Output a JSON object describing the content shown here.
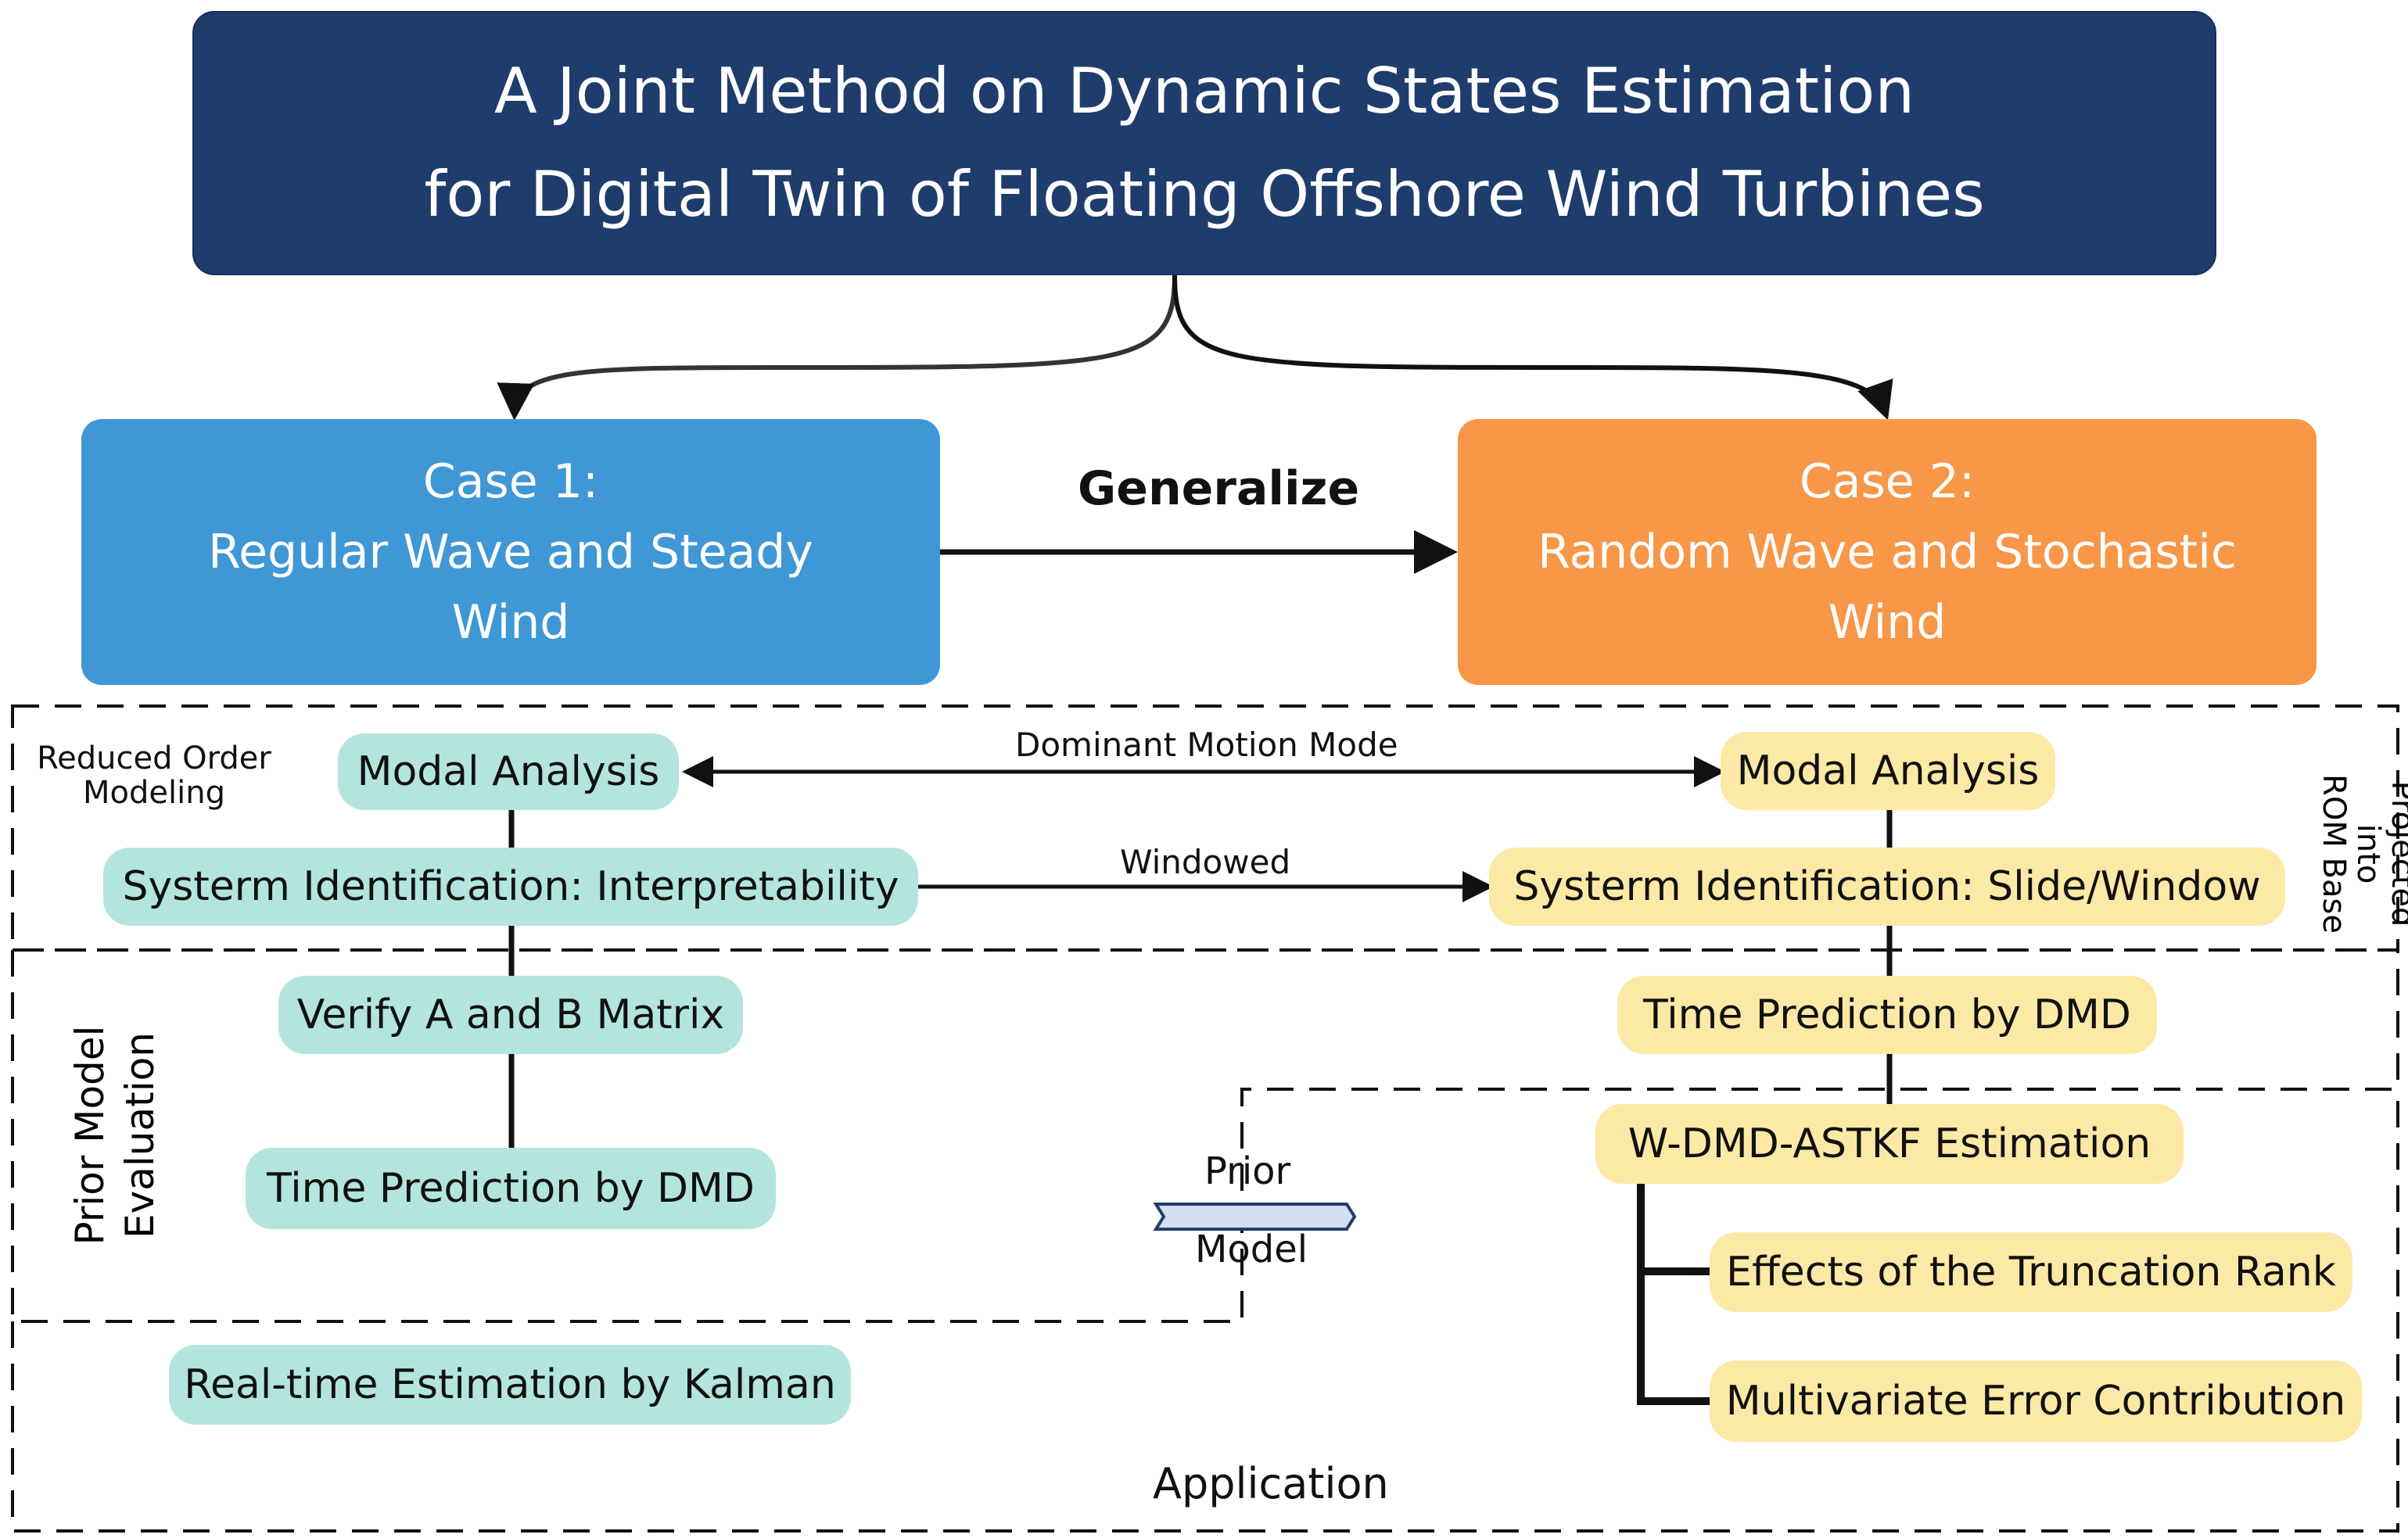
{
  "title": {
    "line1": "A Joint Method on Dynamic States Estimation",
    "line2": "for Digital Twin of Floating Offshore Wind Turbines"
  },
  "case1": {
    "line1": "Case 1:",
    "line2": "Regular Wave and Steady",
    "line3": "Wind"
  },
  "case2": {
    "line1": "Case 2:",
    "line2": "Random Wave and Stochastic",
    "line3": "Wind"
  },
  "generalize_label": "Generalize",
  "sections": {
    "rom": {
      "line1": "Reduced Order",
      "line2": "Modeling"
    },
    "rom_projected": {
      "line1": "Projected into",
      "line2": "ROM Base"
    },
    "prior_eval": {
      "line1": "Prior Model",
      "line2": "Evaluation"
    },
    "application": "Application"
  },
  "left_nodes": {
    "modal": "Modal Analysis",
    "sysid": "Systerm Identification:  Interpretability",
    "verify": "Verify A and B Matrix",
    "time_pred": "Time Prediction by DMD",
    "realtime": "Real-time Estimation by Kalman"
  },
  "right_nodes": {
    "modal": "Modal Analysis",
    "sysid": "Systerm Identification:  Slide/Window",
    "time_pred": "Time Prediction by DMD",
    "wdmd": "W-DMD-ASTKF Estimation",
    "truncation": "Effects of the Truncation Rank",
    "multivariate": "Multivariate Error Contribution"
  },
  "connectors": {
    "dominant": "Dominant Motion Mode",
    "windowed": "Windowed",
    "prior_model_line1": "Prior",
    "prior_model_line2": "Model"
  },
  "colors": {
    "title_bg": "#1f3d6c",
    "case1_bg": "#3f97d5",
    "case2_bg": "#f79747",
    "teal_node": "#b3e5de",
    "yellow_node": "#fde9a6"
  }
}
